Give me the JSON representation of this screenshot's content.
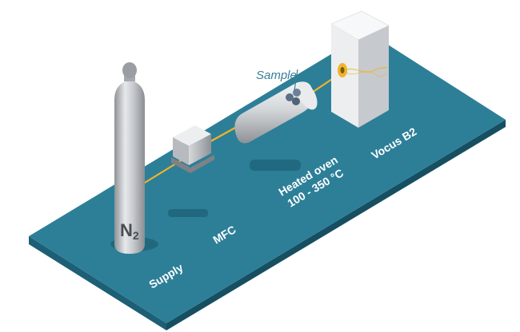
{
  "labels": {
    "sample": "Sample",
    "cylinder": "N",
    "cylinder_sub": "2",
    "supply": "Supply",
    "mfc": "MFC",
    "oven_line1": "Heated oven",
    "oven_line2": "100 - 350 °C",
    "instrument": "Vocus B2"
  },
  "colors": {
    "platform_top": "#2d7f98",
    "platform_side": "#1d5f74",
    "gas_line": "#f0b42a",
    "accent": "#3a7f95"
  }
}
